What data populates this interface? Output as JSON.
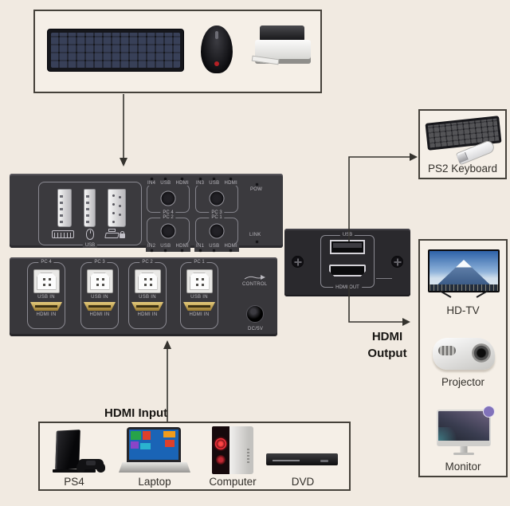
{
  "front_panel": {
    "usb_label": "USB",
    "pow_label": "POW",
    "link_label": "LINK",
    "groups": [
      {
        "pc": "PC 4",
        "leds": [
          "IN4",
          "USB",
          "HDMI"
        ]
      },
      {
        "pc": "PC 3",
        "leds": [
          "IN3",
          "USB",
          "HDMI"
        ]
      },
      {
        "pc": "PC 2",
        "leds": [
          "IN2",
          "USB",
          "HDMI"
        ]
      },
      {
        "pc": "PC 1",
        "leds": [
          "IN1",
          "USB",
          "HDMI"
        ]
      }
    ]
  },
  "back_panel": {
    "control_label": "CONTROL",
    "dc_label": "DC/5V",
    "groups": [
      {
        "pc": "PC 4",
        "usb_label": "USB IN",
        "hdmi_label": "HDMI IN"
      },
      {
        "pc": "PC 3",
        "usb_label": "USB IN",
        "hdmi_label": "HDMI IN"
      },
      {
        "pc": "PC 2",
        "usb_label": "USB IN",
        "hdmi_label": "HDMI IN"
      },
      {
        "pc": "PC 1",
        "usb_label": "USB IN",
        "hdmi_label": "HDMI IN"
      }
    ]
  },
  "output_panel": {
    "usb_label": "USB",
    "hdmi_label": "HDMI OUT"
  },
  "connections": {
    "hdmi_output_line1": "HDMI",
    "hdmi_output_line2": "Output",
    "hdmi_input": "HDMI Input"
  },
  "ps2_box": {
    "label": "PS2 Keyboard"
  },
  "displays_box": {
    "items": [
      {
        "label": "HD-TV"
      },
      {
        "label": "Projector"
      },
      {
        "label": "Monitor"
      }
    ]
  },
  "sources_box": {
    "items": [
      {
        "label": "PS4"
      },
      {
        "label": "Laptop"
      },
      {
        "label": "Computer"
      },
      {
        "label": "DVD"
      }
    ]
  }
}
